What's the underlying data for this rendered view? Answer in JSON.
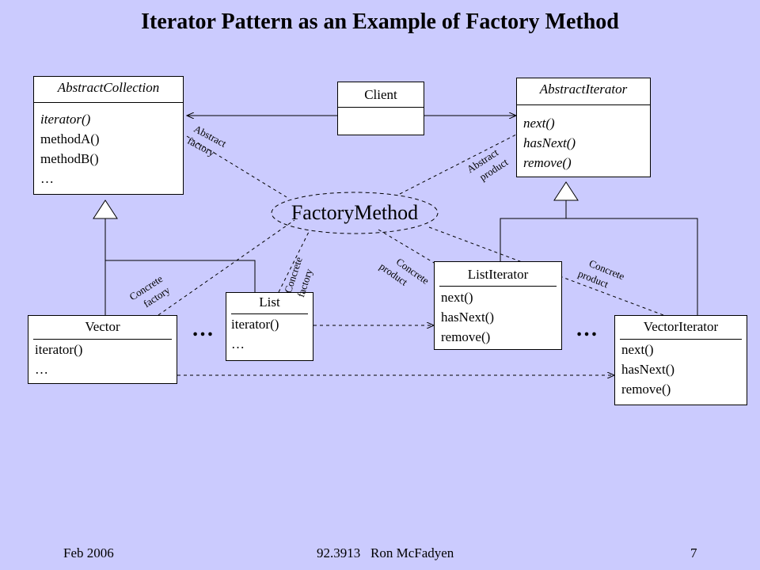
{
  "title": "Iterator Pattern as an Example of Factory Method",
  "classes": {
    "abstract_collection": {
      "name": "AbstractCollection",
      "ops": [
        "iterator()",
        "methodA()",
        "methodB()",
        "…"
      ]
    },
    "client": {
      "name": "Client"
    },
    "abstract_iterator": {
      "name": "AbstractIterator",
      "ops": [
        "next()",
        "hasNext()",
        "remove()"
      ]
    },
    "vector": {
      "name": "Vector",
      "ops": [
        "iterator()",
        "…"
      ]
    },
    "list": {
      "name": "List",
      "ops": [
        "iterator()",
        "…"
      ]
    },
    "list_iterator": {
      "name": "ListIterator",
      "ops": [
        "next()",
        "hasNext()",
        "remove()"
      ]
    },
    "vector_iterator": {
      "name": "VectorIterator",
      "ops": [
        "next()",
        "hasNext()",
        "remove()"
      ]
    }
  },
  "factory_method": "FactoryMethod",
  "labels": {
    "abstract_factory": [
      "Abstract",
      "factory"
    ],
    "abstract_product": [
      "Abstract",
      "product"
    ],
    "concrete_factory_vector": [
      "Concrete",
      "factory"
    ],
    "concrete_factory_list": [
      "Concrete",
      "factory"
    ],
    "concrete_product_list": [
      "Concrete",
      "product"
    ],
    "concrete_product_vector": [
      "Concrete",
      "product"
    ]
  },
  "ellipsis": "…",
  "footer": {
    "date": "Feb 2006",
    "course": "92.3913   Ron McFadyen",
    "page": "7"
  },
  "colors": {
    "background": "#cbcbfe",
    "box": "#ffffff",
    "line": "#000000"
  }
}
